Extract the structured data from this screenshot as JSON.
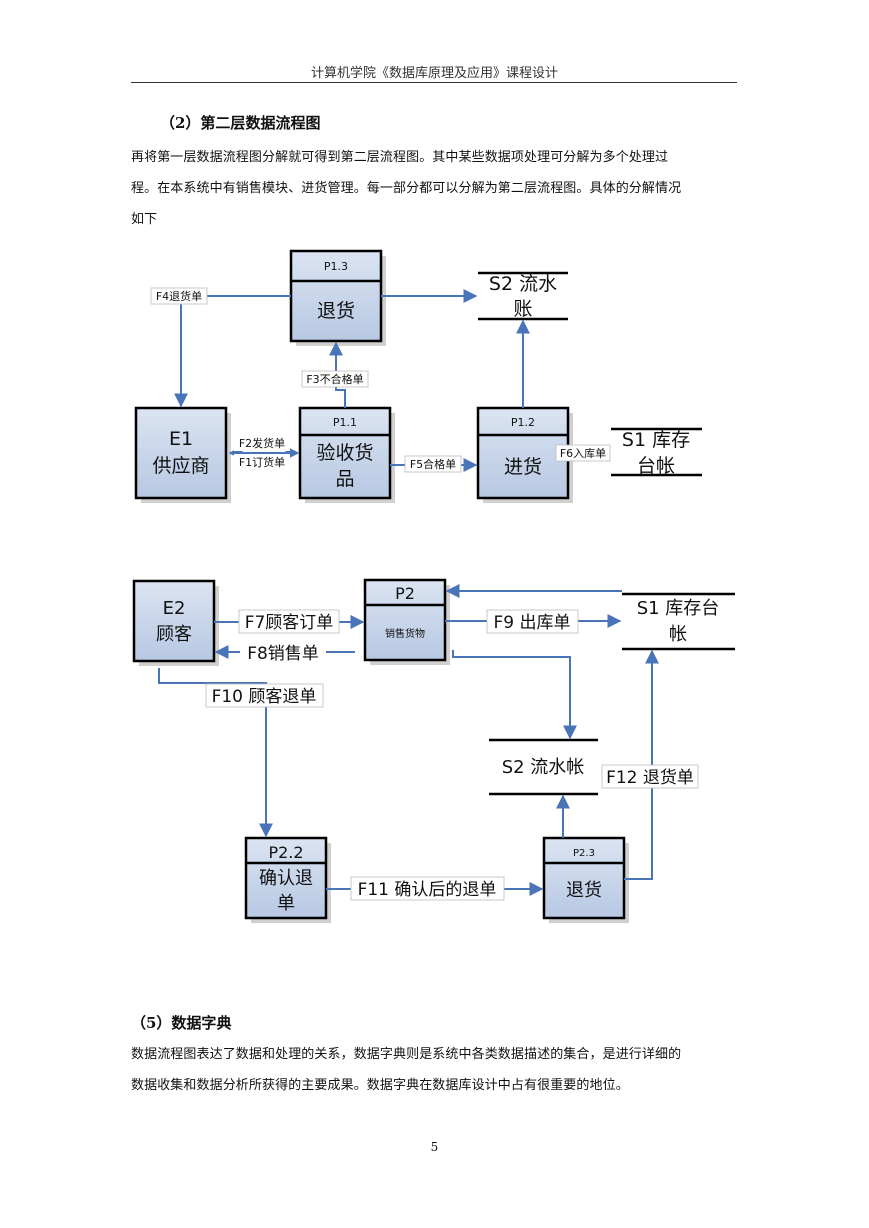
{
  "header": {
    "title": "计算机学院《数据库原理及应用》课程设计"
  },
  "section2": {
    "heading": "（2）第二层数据流程图",
    "paragraph_lines": [
      "再将第一层数据流程图分解就可得到第二层流程图。其中某些数据项处理可分解为多个处理过",
      "程。在本系统中有销售模块、进货管理。每一部分都可以分解为第二层流程图。具体的分解情况",
      "如下"
    ]
  },
  "diagram1": {
    "p13": {
      "id": "P1.3",
      "name": "退货"
    },
    "p11": {
      "id": "P1.1",
      "name_lines": [
        "验收货",
        "品"
      ]
    },
    "p12": {
      "id": "P1.2",
      "name": "进货"
    },
    "e1": {
      "lines": [
        "E1",
        "供应商"
      ]
    },
    "s2": {
      "lines": [
        "S2 流水",
        "账"
      ]
    },
    "s1": {
      "lines": [
        "S1 库存",
        "台帐"
      ]
    },
    "flows": {
      "f4": "F4退货单",
      "f3": "F3不合格单",
      "f2": "F2发货单",
      "f1": "F1订货单",
      "f5": "F5合格单",
      "f6": "F6入库单"
    }
  },
  "diagram2": {
    "e2": {
      "lines": [
        "E2",
        "顾客"
      ]
    },
    "p2": {
      "id": "P2",
      "name": "销售货物"
    },
    "s1": {
      "lines": [
        "S1  库存台",
        "帐"
      ]
    },
    "s2": {
      "name": "S2  流水帐"
    },
    "p22": {
      "id": "P2.2",
      "name_lines": [
        "确认退",
        "单"
      ]
    },
    "p23": {
      "id": "P2.3",
      "name": "退货"
    },
    "flows": {
      "f7": "F7顾客订单",
      "f8": "F8销售单",
      "f9": "F9 出库单",
      "f10": "F10 顾客退单",
      "f11": "F11 确认后的退单",
      "f12": "F12 退货单"
    }
  },
  "section5": {
    "heading": "（5）数据字典",
    "paragraph_lines": [
      "数据流程图表达了数据和处理的关系，数据字典则是系统中各类数据描述的集合，是进行详细的",
      "数据收集和数据分析所获得的主要成果。数据字典在数据库设计中占有很重要的地位。"
    ]
  },
  "footer": {
    "page_number": "5"
  },
  "colors": {
    "box_fill": "#c9d6ea",
    "box_border": "#000000",
    "arrow": "#4a74b8"
  }
}
